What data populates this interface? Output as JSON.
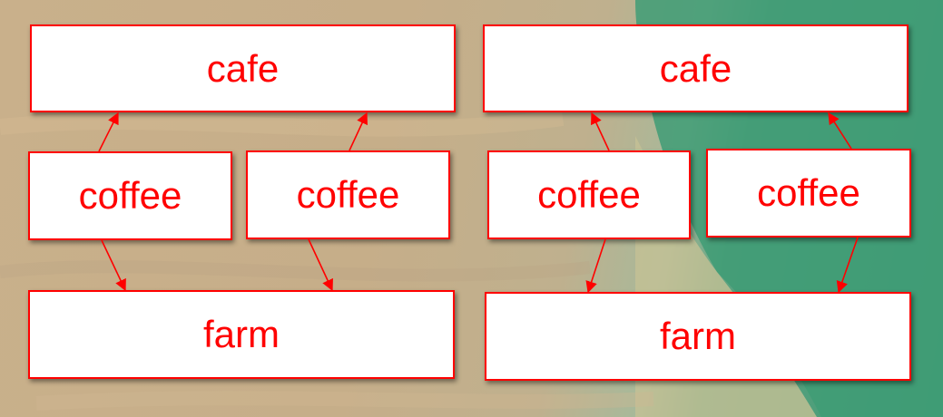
{
  "panels": [
    {
      "top": {
        "label": "cafe"
      },
      "middle": [
        {
          "label": "coffee"
        },
        {
          "label": "coffee"
        }
      ],
      "bottom": {
        "label": "farm"
      }
    },
    {
      "top": {
        "label": "cafe"
      },
      "middle": [
        {
          "label": "coffee"
        },
        {
          "label": "coffee"
        }
      ],
      "bottom": {
        "label": "farm"
      }
    }
  ],
  "colors": {
    "box_border": "#ff0000",
    "box_text": "#ff0000",
    "box_fill": "#ffffff",
    "arrow": "#ff0000"
  }
}
